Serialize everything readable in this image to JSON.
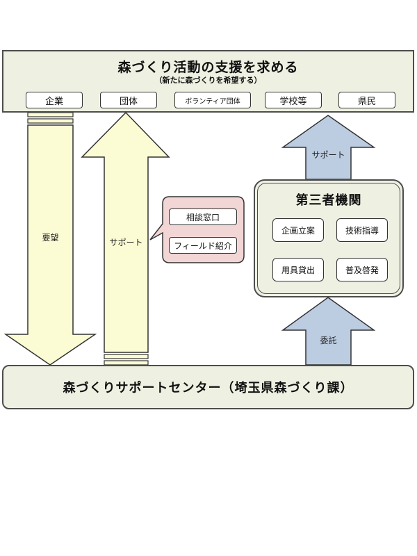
{
  "top": {
    "title": "森づくり活動の支援を求める",
    "subtitle": "（新たに森づくりを希望する）",
    "groups": [
      "企業",
      "団体",
      "ボランティア団体",
      "学校等",
      "県民"
    ]
  },
  "arrows": {
    "request": "要望",
    "support_left": "サポート",
    "support_right": "サポート",
    "commission": "委託"
  },
  "callout": {
    "items": [
      "相談窓口",
      "フィールド紹介"
    ]
  },
  "third_party": {
    "title": "第三者機関",
    "items": [
      "企画立案",
      "技術指導",
      "用具貸出",
      "普及啓発"
    ]
  },
  "bottom": {
    "title": "森づくりサポートセンター（埼玉県森づくり課）"
  }
}
